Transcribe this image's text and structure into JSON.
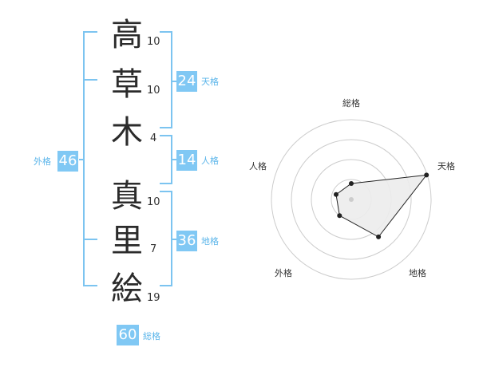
{
  "name": {
    "characters": [
      {
        "char": "高",
        "strokes": "10"
      },
      {
        "char": "草",
        "strokes": "10"
      },
      {
        "char": "木",
        "strokes": "4"
      },
      {
        "char": "真",
        "strokes": "10"
      },
      {
        "char": "里",
        "strokes": "7"
      },
      {
        "char": "絵",
        "strokes": "19"
      }
    ]
  },
  "kaku": {
    "tenkaku": {
      "value": "24",
      "label": "天格"
    },
    "jinkaku": {
      "value": "14",
      "label": "人格"
    },
    "chikaku": {
      "value": "36",
      "label": "地格"
    },
    "gaikaku": {
      "value": "46",
      "label": "外格"
    },
    "soukaku": {
      "value": "60",
      "label": "総格"
    }
  },
  "radar": {
    "axes": [
      "総格",
      "天格",
      "地格",
      "外格",
      "人格"
    ],
    "values": [
      0.2,
      0.99,
      0.58,
      0.25,
      0.2
    ],
    "rings": 4,
    "line_color": "#222222",
    "fill_color": "#ececec",
    "ring_color": "#cccccc"
  },
  "colors": {
    "accent": "#80c8f4",
    "accent_text": "#5bb5ea",
    "bracket": "#7cc4f0"
  }
}
